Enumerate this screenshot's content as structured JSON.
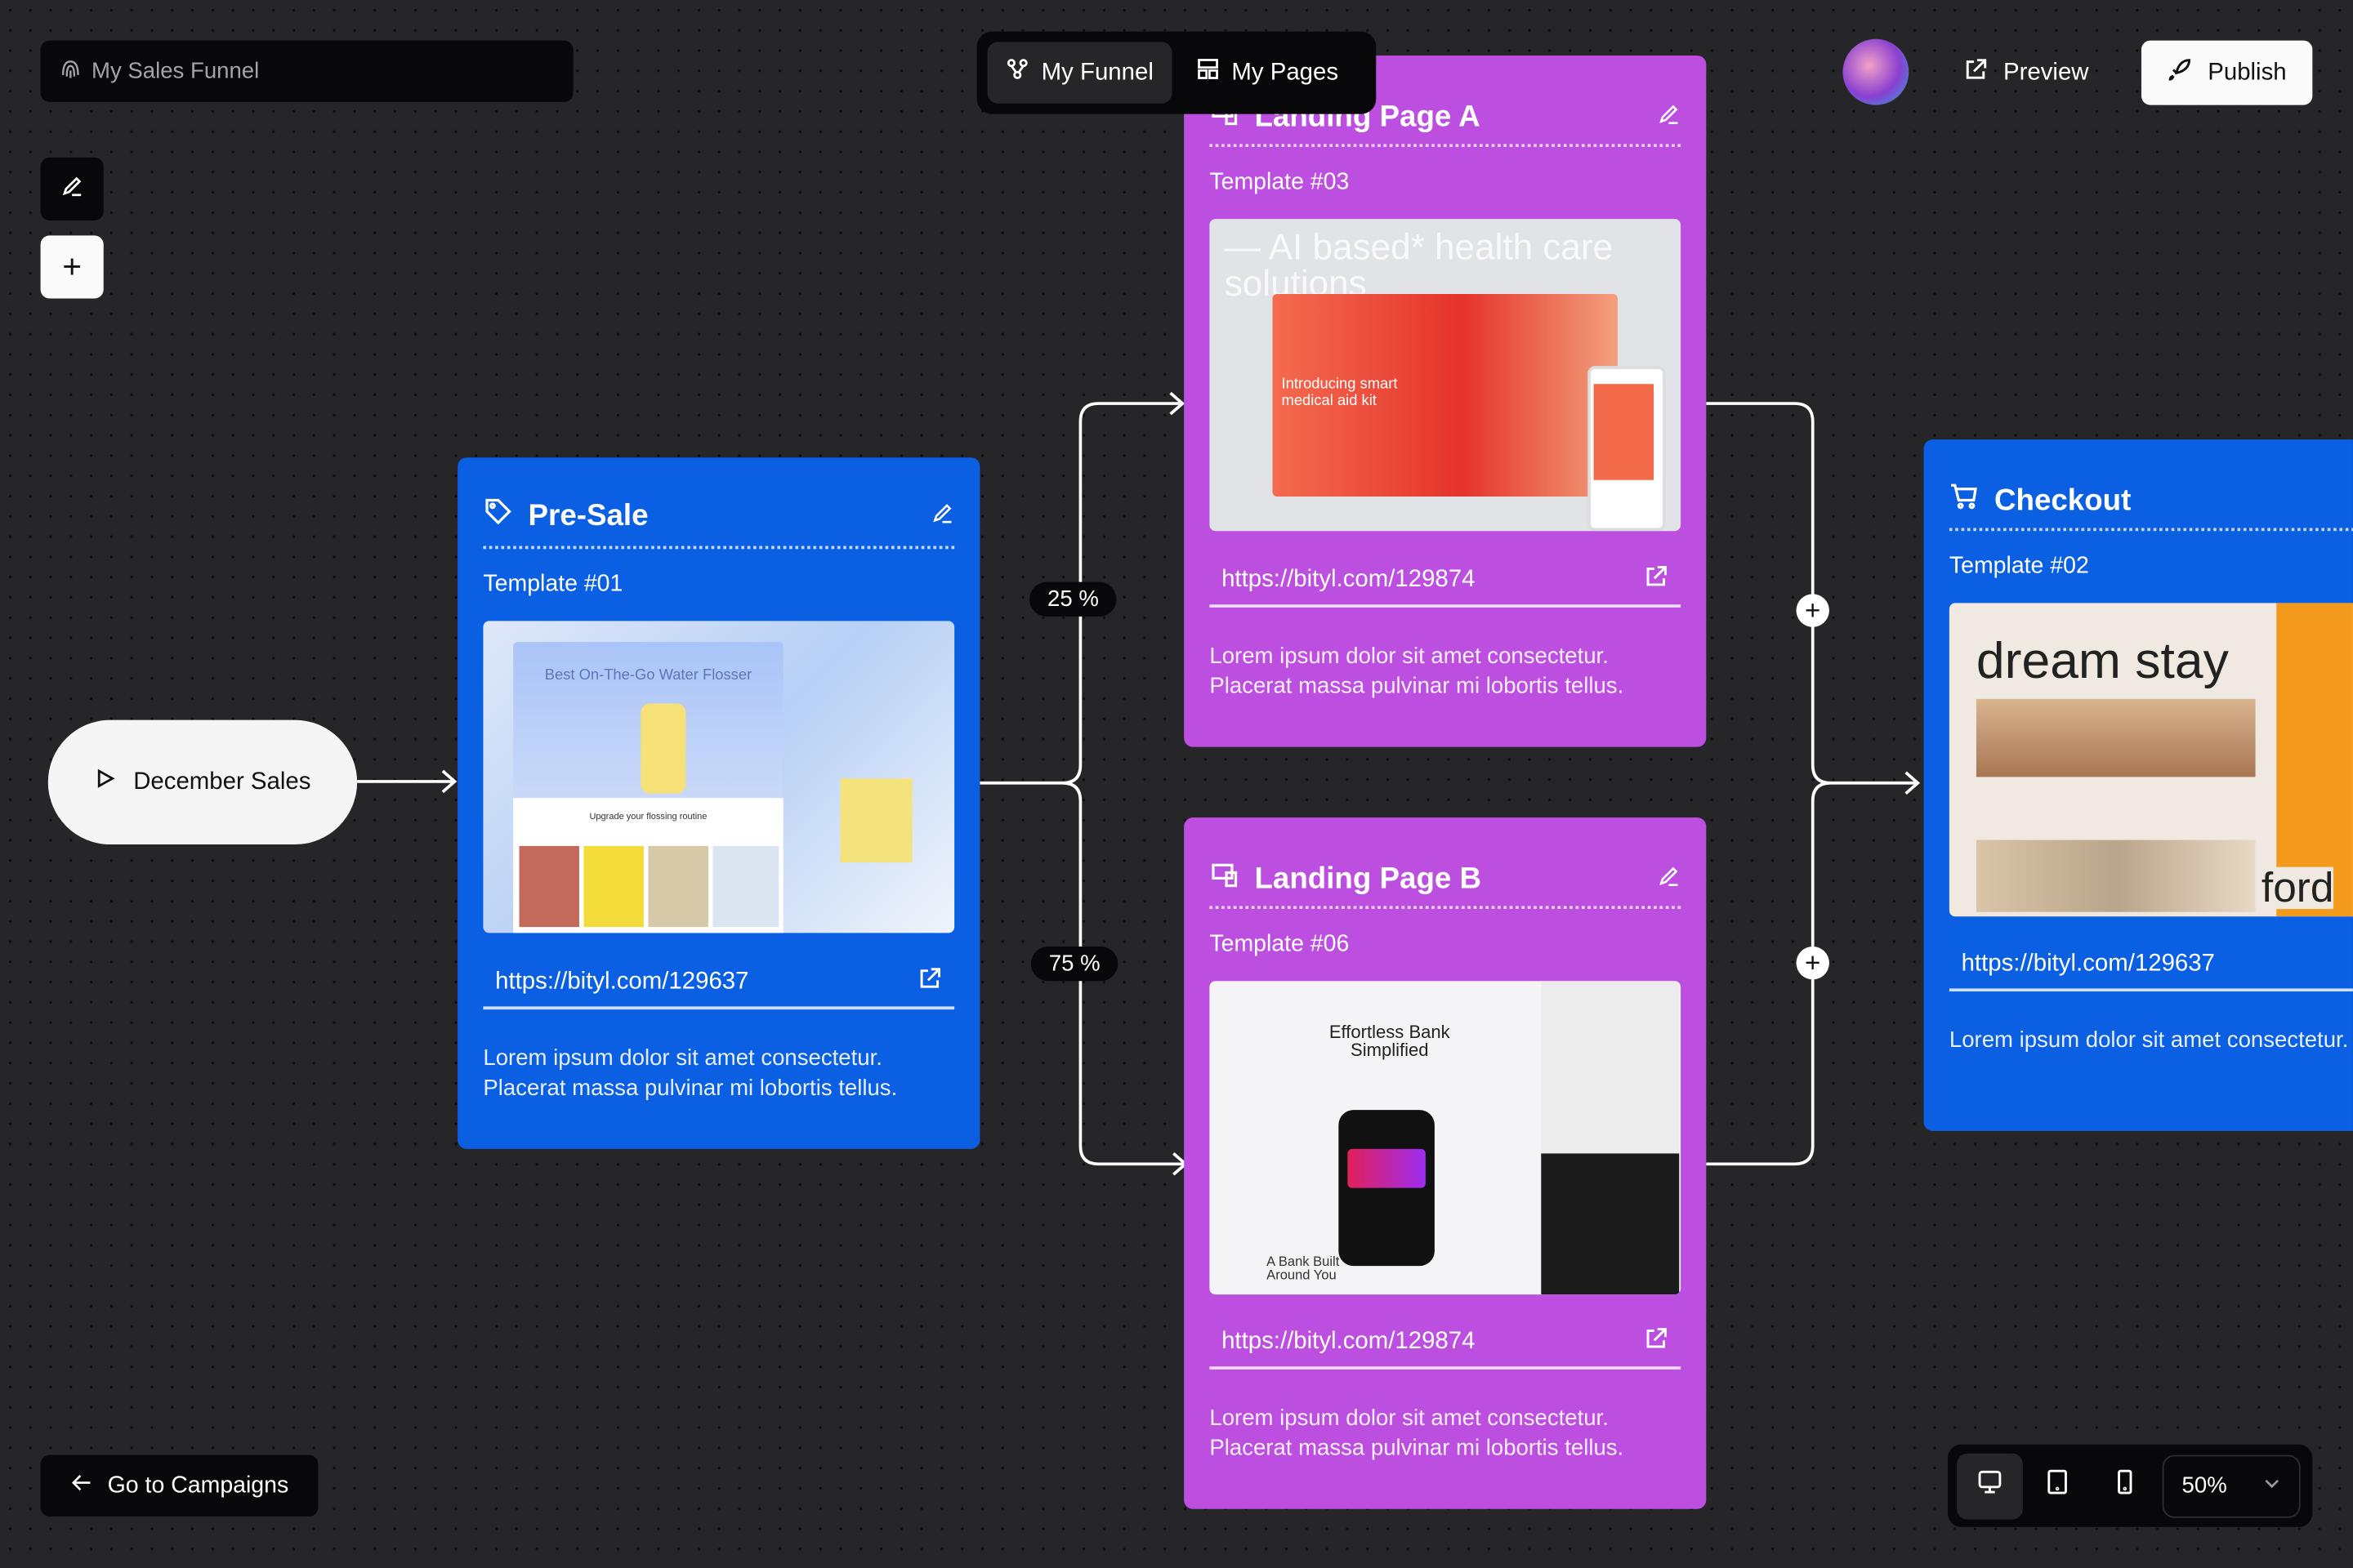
{
  "header": {
    "funnel_name": "My Sales Funnel",
    "tabs": [
      {
        "label": "My Funnel"
      },
      {
        "label": "My Pages"
      }
    ],
    "preview_label": "Preview",
    "publish_label": "Publish"
  },
  "start_node": {
    "label": "December Sales"
  },
  "splits": [
    {
      "label": "25 %"
    },
    {
      "label": "75 %"
    }
  ],
  "cards": [
    {
      "title": "Pre-Sale",
      "template": "Template #01",
      "url": "https://bityl.com/129637",
      "description": "Lorem ipsum dolor sit amet consectetur. Placerat massa pulvinar mi lobortis tellus.",
      "color": "#0a5fe3",
      "thumb_text": "Best On-The-Go Water Flosser",
      "thumb_sub": "Upgrade your flossing routine"
    },
    {
      "title": "Landing Page A",
      "template": "Template #03",
      "url": "https://bityl.com/129874",
      "description": "Lorem ipsum dolor sit amet consectetur. Placerat massa pulvinar mi lobortis tellus.",
      "color": "#bd4fe0",
      "thumb_text": "— AI based* health care solutions",
      "thumb_sub": "Introducing smart medical aid kit"
    },
    {
      "title": "Landing Page B",
      "template": "Template #06",
      "url": "https://bityl.com/129874",
      "description": "Lorem ipsum dolor sit amet consectetur. Placerat massa pulvinar mi lobortis tellus.",
      "color": "#bd4fe0",
      "thumb_text": "Effortless Bank Simplified",
      "thumb_sub": "A Bank Built Around You"
    },
    {
      "title": "Checkout",
      "template": "Template #02",
      "url": "https://bityl.com/129637",
      "description": "Lorem ipsum dolor sit amet consectetur. Placerat massa pulvinar mi lobortis tellus.",
      "color": "#0a5fe3",
      "thumb_text": "dream stay",
      "thumb_sub": "ford"
    }
  ],
  "footer": {
    "back_label": "Go to Campaigns",
    "zoom": "50%"
  }
}
